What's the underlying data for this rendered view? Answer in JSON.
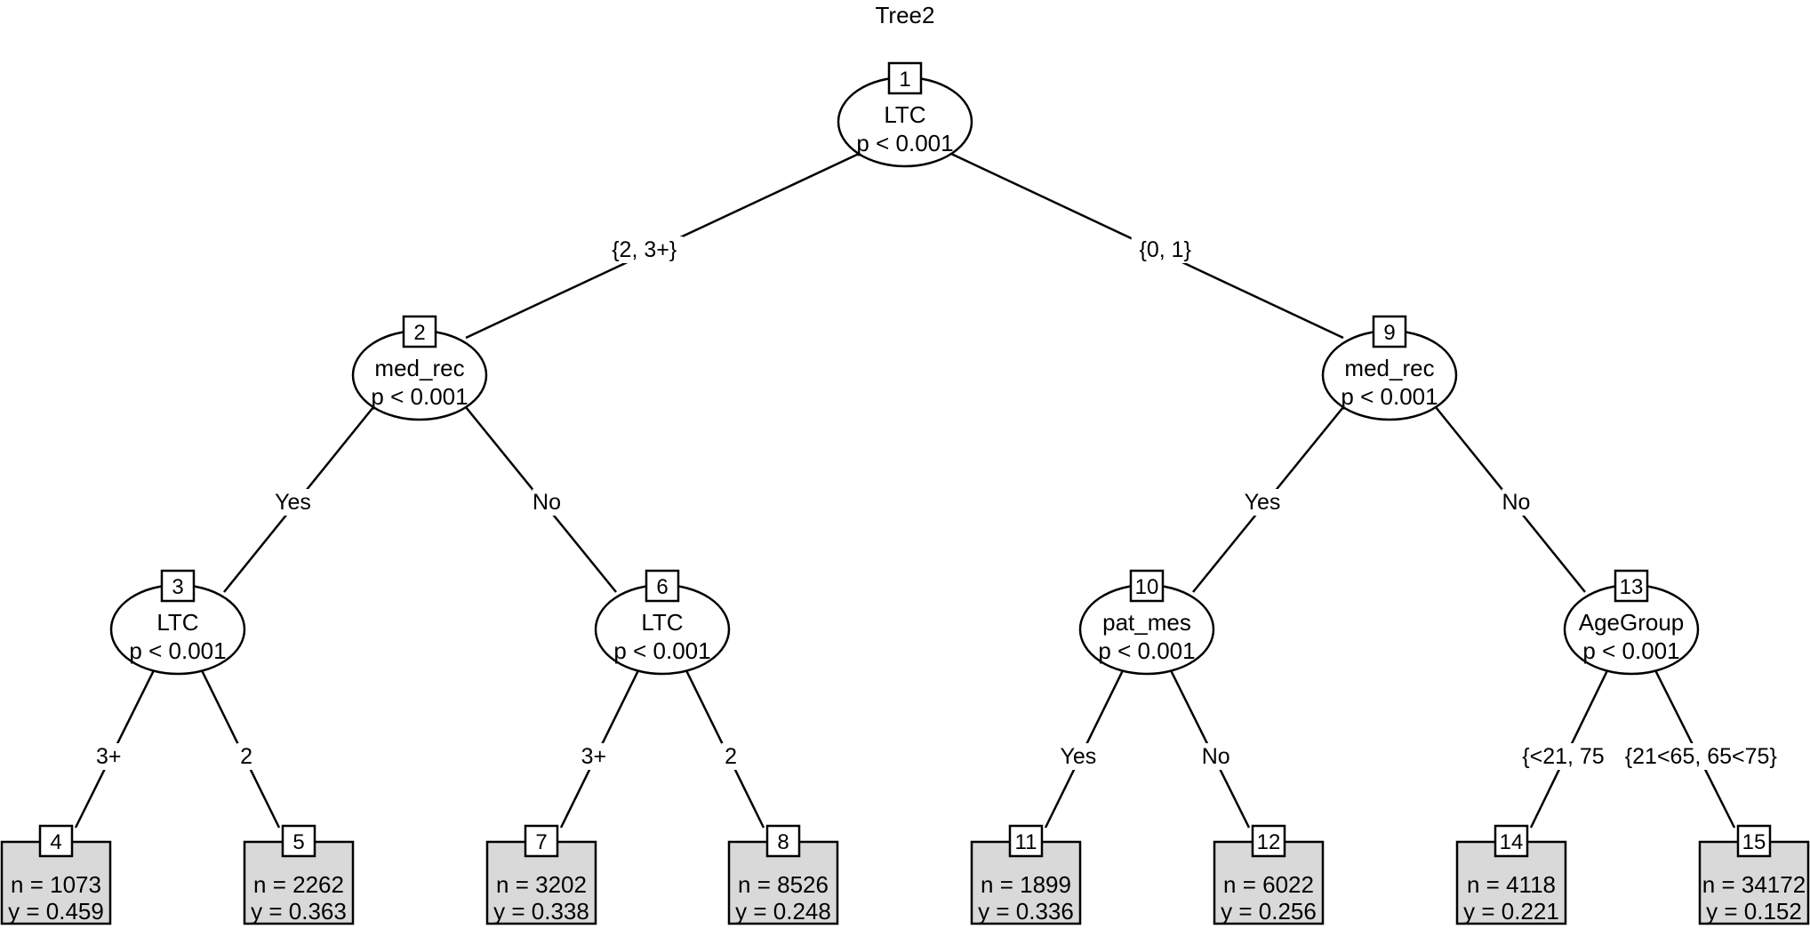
{
  "title": "Tree2",
  "inner_nodes": [
    {
      "id": "1",
      "variable": "LTC",
      "pvalue": "p < 0.001"
    },
    {
      "id": "2",
      "variable": "med_rec",
      "pvalue": "p < 0.001"
    },
    {
      "id": "9",
      "variable": "med_rec",
      "pvalue": "p < 0.001"
    },
    {
      "id": "3",
      "variable": "LTC",
      "pvalue": "p < 0.001"
    },
    {
      "id": "6",
      "variable": "LTC",
      "pvalue": "p < 0.001"
    },
    {
      "id": "10",
      "variable": "pat_mes",
      "pvalue": "p < 0.001"
    },
    {
      "id": "13",
      "variable": "AgeGroup",
      "pvalue": "p < 0.001"
    }
  ],
  "leaf_nodes": [
    {
      "id": "4",
      "n": "n = 1073",
      "y": "y = 0.459"
    },
    {
      "id": "5",
      "n": "n = 2262",
      "y": "y = 0.363"
    },
    {
      "id": "7",
      "n": "n = 3202",
      "y": "y = 0.338"
    },
    {
      "id": "8",
      "n": "n = 8526",
      "y": "y = 0.248"
    },
    {
      "id": "11",
      "n": "n = 1899",
      "y": "y = 0.336"
    },
    {
      "id": "12",
      "n": "n = 6022",
      "y": "y = 0.256"
    },
    {
      "id": "14",
      "n": "n = 4118",
      "y": "y = 0.221"
    },
    {
      "id": "15",
      "n": "n = 34172",
      "y": "y = 0.152"
    }
  ],
  "edges": [
    {
      "from": "1",
      "to": "2",
      "label": "{2, 3+}"
    },
    {
      "from": "1",
      "to": "9",
      "label": "{0, 1}"
    },
    {
      "from": "2",
      "to": "3",
      "label": "Yes"
    },
    {
      "from": "2",
      "to": "6",
      "label": "No"
    },
    {
      "from": "9",
      "to": "10",
      "label": "Yes"
    },
    {
      "from": "9",
      "to": "13",
      "label": "No"
    },
    {
      "from": "3",
      "to": "4",
      "label": "3+"
    },
    {
      "from": "3",
      "to": "5",
      "label": "2"
    },
    {
      "from": "6",
      "to": "7",
      "label": "3+"
    },
    {
      "from": "6",
      "to": "8",
      "label": "2"
    },
    {
      "from": "10",
      "to": "11",
      "label": "Yes"
    },
    {
      "from": "10",
      "to": "12",
      "label": "No"
    },
    {
      "from": "13",
      "to": "14",
      "label": "{<21, 75"
    },
    {
      "from": "13",
      "to": "15",
      "label": "{21<65, 65<75}"
    }
  ]
}
